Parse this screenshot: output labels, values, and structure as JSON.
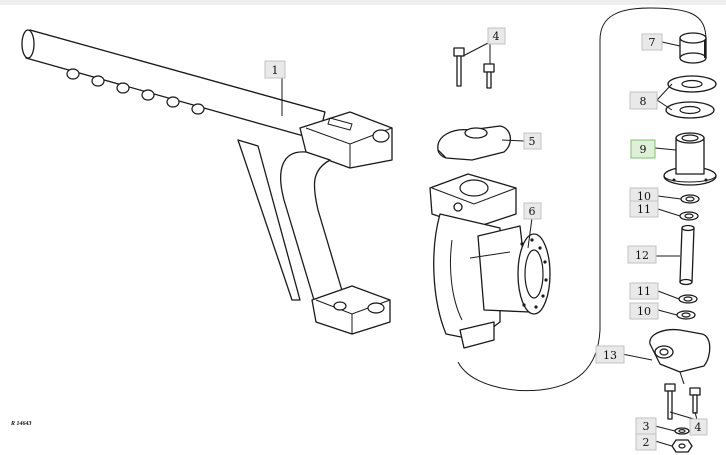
{
  "diagram": {
    "reference_code": "R 14643",
    "callouts": [
      {
        "id": "c1",
        "label": "1"
      },
      {
        "id": "c2",
        "label": "2"
      },
      {
        "id": "c3",
        "label": "3"
      },
      {
        "id": "c4a",
        "label": "4"
      },
      {
        "id": "c4b",
        "label": "4"
      },
      {
        "id": "c5",
        "label": "5"
      },
      {
        "id": "c6",
        "label": "6"
      },
      {
        "id": "c7",
        "label": "7"
      },
      {
        "id": "c8",
        "label": "8"
      },
      {
        "id": "c9",
        "label": "9",
        "highlighted": true
      },
      {
        "id": "c10a",
        "label": "10"
      },
      {
        "id": "c10b",
        "label": "10"
      },
      {
        "id": "c11a",
        "label": "11"
      },
      {
        "id": "c11b",
        "label": "11"
      },
      {
        "id": "c12",
        "label": "12"
      },
      {
        "id": "c13",
        "label": "13"
      }
    ]
  },
  "colors": {
    "line": "#1a1a1a",
    "callout_fill": "#e9e9e9",
    "callout_highlight_fill": "#dff0d8",
    "background": "#ffffff"
  }
}
